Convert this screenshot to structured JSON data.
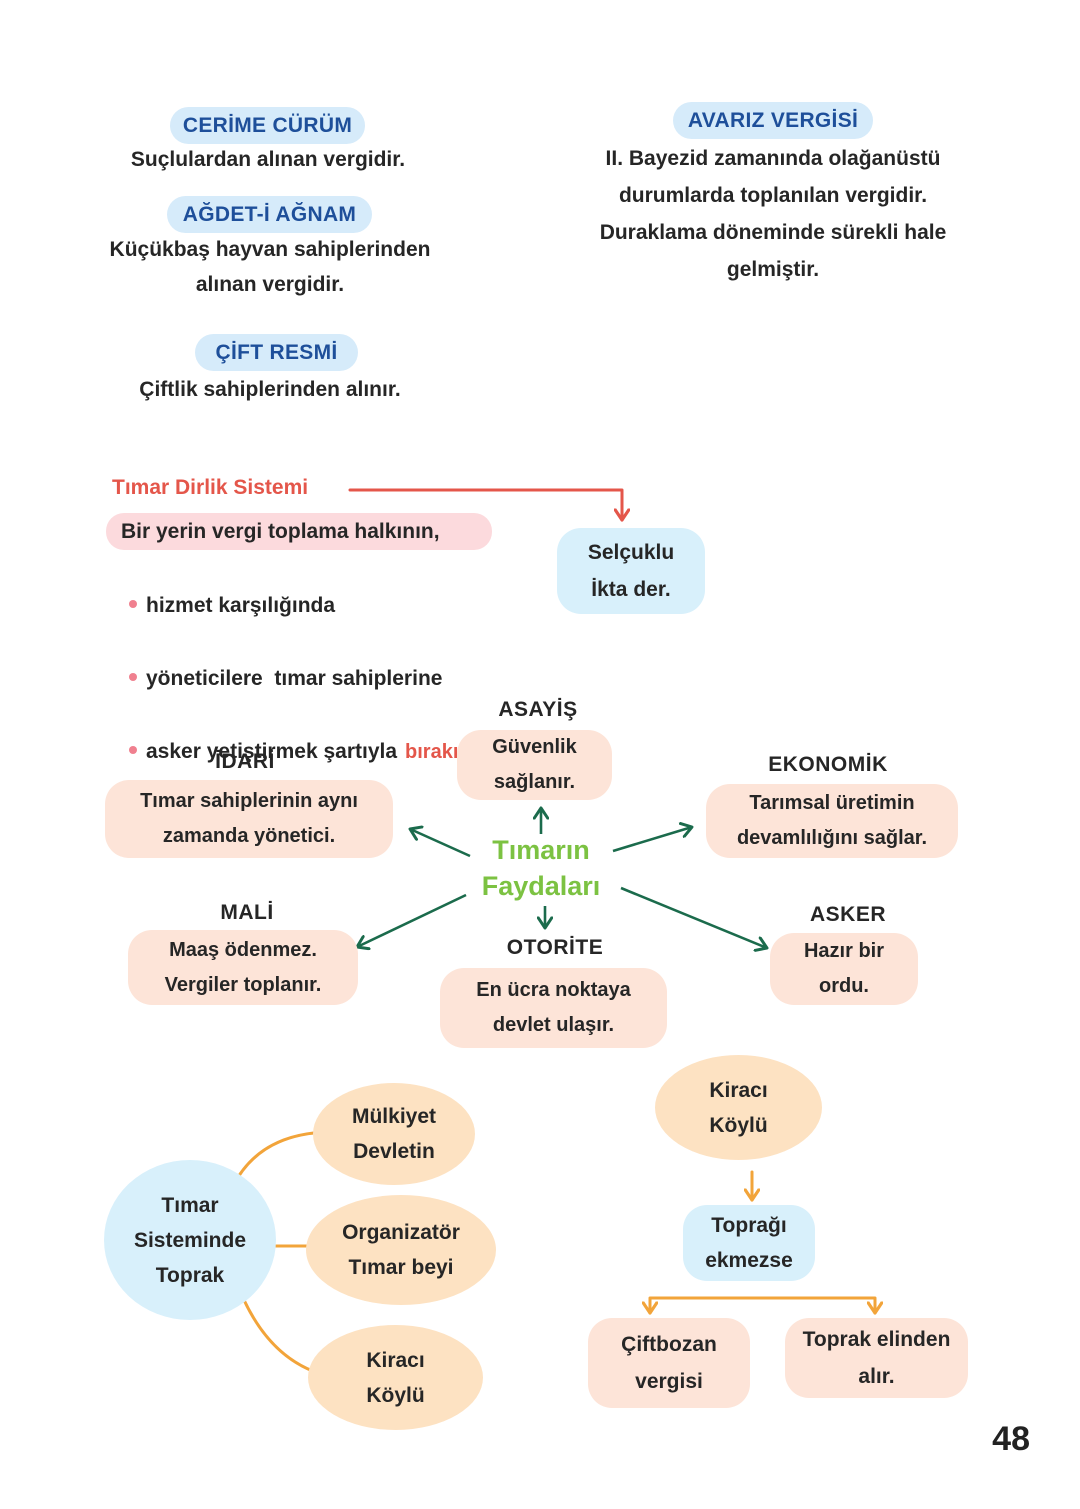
{
  "page_number": "48",
  "colors": {
    "blue_highlight": "#d6ebfa",
    "blue_text": "#1e4f9a",
    "pink_highlight": "#fcdadd",
    "red_accent": "#e4564a",
    "peach_box": "#fde4d8",
    "orange_bubble": "#fde2c2",
    "orange_arrow": "#f2a43a",
    "green_arrow": "#1b6b4c",
    "green_text": "#7cc242",
    "light_blue_box": "#d8f0fb"
  },
  "taxes": {
    "cerime_curum": {
      "title": "CERİME CÜRÜM",
      "lines": [
        "Suçlulardan alınan vergidir."
      ]
    },
    "agdet_i_agnam": {
      "title": "AĞDET-İ AĞNAM",
      "lines": [
        "Küçükbaş hayvan sahiplerinden",
        "alınan vergidir."
      ]
    },
    "cift_resmi": {
      "title": "ÇİFT RESMİ",
      "lines": [
        "Çiftlik sahiplerinden alınır."
      ]
    },
    "avariz_vergisi": {
      "title": "AVARIZ VERGİSİ",
      "lines": [
        "II. Bayezid zamanında olağanüstü",
        "durumlarda toplanılan vergidir.",
        "Duraklama döneminde sürekli hale",
        "gelmiştir."
      ]
    }
  },
  "timar_dirlik": {
    "title": "Tımar Dirlik Sistemi",
    "definition": "Bir yerin vergi toplama halkının,",
    "bullets": [
      "hizmet karşılığında",
      "yöneticilere  tımar sahiplerine",
      "asker yetiştirmek şartıyla"
    ],
    "ending": "bırakılmasıdır.",
    "note": [
      "Selçuklu",
      "İkta der."
    ]
  },
  "benefits": {
    "center": [
      "Tımarın",
      "Faydaları"
    ],
    "asayis": {
      "label": "ASAYİŞ",
      "lines": [
        "Güvenlik",
        "sağlanır."
      ]
    },
    "idari": {
      "label": "İDARİ",
      "lines": [
        "Tımar sahiplerinin aynı",
        "zamanda yönetici."
      ]
    },
    "ekonomik": {
      "label": "EKONOMİK",
      "lines": [
        "Tarımsal üretimin",
        "devamlılığını sağlar."
      ]
    },
    "mali": {
      "label": "MALİ",
      "lines": [
        "Maaş ödenmez.",
        "Vergiler toplanır."
      ]
    },
    "otorite": {
      "label": "OTORİTE",
      "lines": [
        "En ücra noktaya",
        "devlet ulaşır."
      ]
    },
    "asker": {
      "label": "ASKER",
      "lines": [
        "Hazır bir",
        "ordu."
      ]
    }
  },
  "land": {
    "center": [
      "Tımar",
      "Sisteminde",
      "Toprak"
    ],
    "ownership": [
      "Mülkiyet",
      "Devletin"
    ],
    "organizer": [
      "Organizatör",
      "Tımar beyi"
    ],
    "tenant": [
      "Kiracı",
      "Köylü"
    ]
  },
  "tenant_flow": {
    "start": [
      "Kiracı",
      "Köylü"
    ],
    "condition": [
      "Toprağı",
      "ekmezse"
    ],
    "result_tax": [
      "Çiftbozan",
      "vergisi"
    ],
    "result_land": [
      "Toprak elinden",
      "alır."
    ]
  }
}
